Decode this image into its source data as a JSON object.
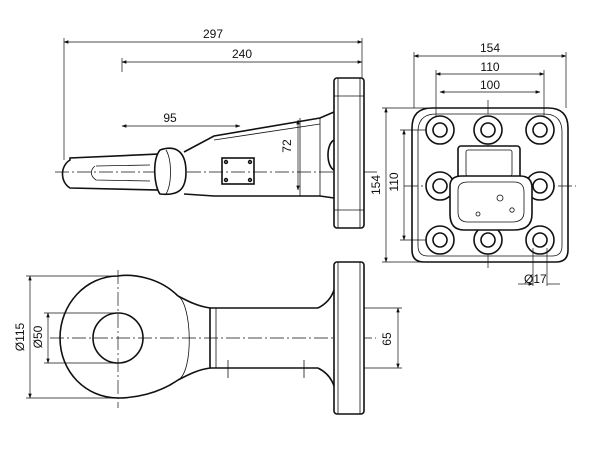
{
  "dimensions": {
    "overall_length": "297",
    "length_to_flange": "240",
    "eye_offset": "95",
    "plate_height": "72",
    "flange_width": "154",
    "bolt_spacing_outer": "110",
    "bolt_spacing_inner": "100",
    "flange_height": "154",
    "bolt_spacing_vertical": "110",
    "bolt_hole_diameter": "Ø17",
    "eye_outer_diameter": "Ø115",
    "eye_inner_diameter": "Ø50",
    "shank_width": "65"
  }
}
